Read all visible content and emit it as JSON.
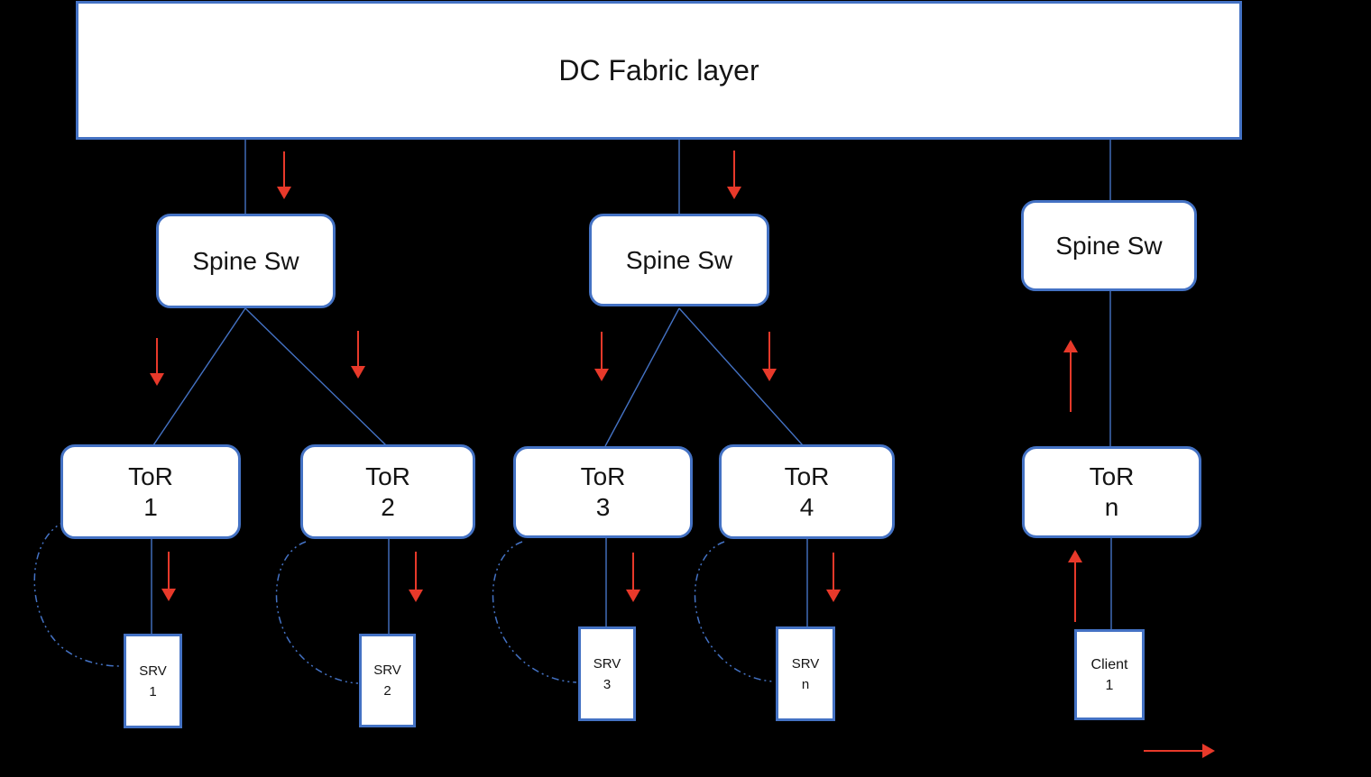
{
  "colors": {
    "background": "#000000",
    "box_fill": "#ffffff",
    "box_border": "#4472c4",
    "connector": "#4472c4",
    "arrow_red": "#e8392a",
    "text": "#141414"
  },
  "fabric": {
    "label": "DC Fabric layer"
  },
  "spines": [
    {
      "label": "Spine Sw"
    },
    {
      "label": "Spine Sw"
    },
    {
      "label": "Spine Sw"
    }
  ],
  "tors": [
    {
      "name": "ToR",
      "id": "1"
    },
    {
      "name": "ToR",
      "id": "2"
    },
    {
      "name": "ToR",
      "id": "3"
    },
    {
      "name": "ToR",
      "id": "4"
    },
    {
      "name": "ToR",
      "id": "n"
    }
  ],
  "leaves": [
    {
      "name": "SRV",
      "id": "1"
    },
    {
      "name": "SRV",
      "id": "2"
    },
    {
      "name": "SRV",
      "id": "3"
    },
    {
      "name": "SRV",
      "id": "n"
    },
    {
      "name": "Client",
      "id": "1"
    }
  ]
}
